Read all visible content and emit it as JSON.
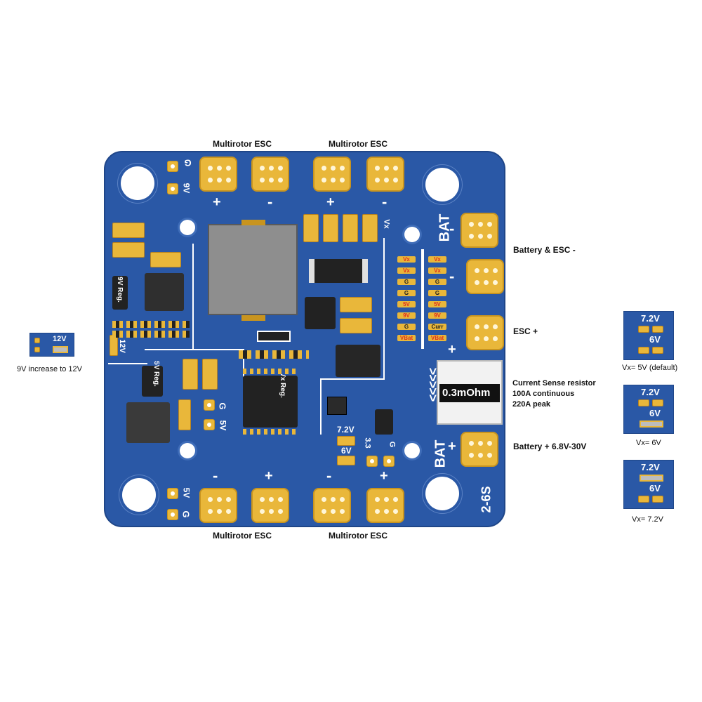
{
  "labels": {
    "esc_top_left": "Multirotor ESC",
    "esc_top_right": "Multirotor ESC",
    "esc_bottom_left": "Multirotor ESC",
    "esc_bottom_right": "Multirotor ESC",
    "battery_esc_minus": "Battery & ESC -",
    "esc_plus": "ESC +",
    "current_sense_title": "Current Sense resistor",
    "current_sense_cont": "100A continuous",
    "current_sense_peak": "220A peak",
    "battery_plus": "Battery +  6.8V-30V",
    "increase_12v": "9V increase to 12V",
    "vx_5v": "Vx= 5V (default)",
    "vx_6v": "Vx= 6V",
    "vx_72v": "Vx= 7.2V"
  },
  "board": {
    "plus": "+",
    "minus": "-",
    "g": "G",
    "v9": "9V",
    "v5": "5V",
    "v12": "12V",
    "reg9": "9V Reg.",
    "reg5": "5V Reg.",
    "vxreg": "Vx Reg.",
    "vx": "Vx",
    "bat": "BAT",
    "arrows": ">>>>>",
    "resistor": "0.3mOhm",
    "v72": "7.2V",
    "v6": "6V",
    "v33": "3.3",
    "cells": "2-6S",
    "selector_left": [
      "Vx",
      "Vx",
      "G",
      "G",
      "5V",
      "9V",
      "G",
      "VBat"
    ],
    "selector_right": [
      "Vx",
      "Vx",
      "G",
      "G",
      "5V",
      "9V",
      "Curr",
      "VBat"
    ]
  },
  "mini": {
    "v12": "12V",
    "v72": "7.2V",
    "v6": "6V"
  },
  "colors": {
    "pcb": "#2a58a6",
    "pad": "#e9b73a",
    "silk": "#ffffff",
    "red_label": "#e0301e"
  }
}
